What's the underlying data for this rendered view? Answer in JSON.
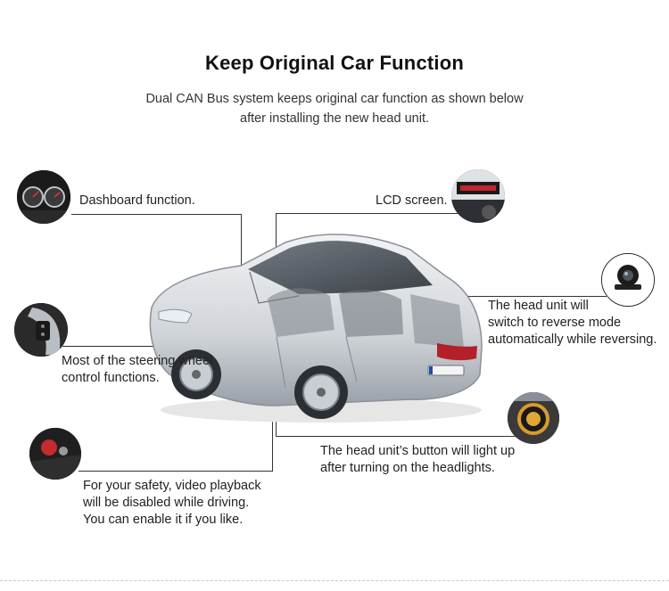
{
  "heading": {
    "title": "Keep Original Car Function",
    "subtitle_lines": [
      "Dual CAN Bus system keeps original car function as shown below",
      "after installing the new head unit."
    ]
  },
  "features": {
    "dashboard": {
      "lines": [
        "Dashboard function."
      ]
    },
    "lcd": {
      "lines": [
        "LCD screen."
      ]
    },
    "reverse": {
      "lines": [
        "The head unit will",
        "switch to reverse mode",
        "automatically while reversing."
      ]
    },
    "steering": {
      "lines": [
        "Most of the steering wheel",
        "control functions."
      ]
    },
    "headlights": {
      "lines": [
        "The head unit’s button will light up",
        "after turning on the headlights."
      ]
    },
    "video": {
      "lines": [
        "For your safety, video playback",
        "will be disabled while driving.",
        "You can enable it if you like."
      ]
    }
  }
}
